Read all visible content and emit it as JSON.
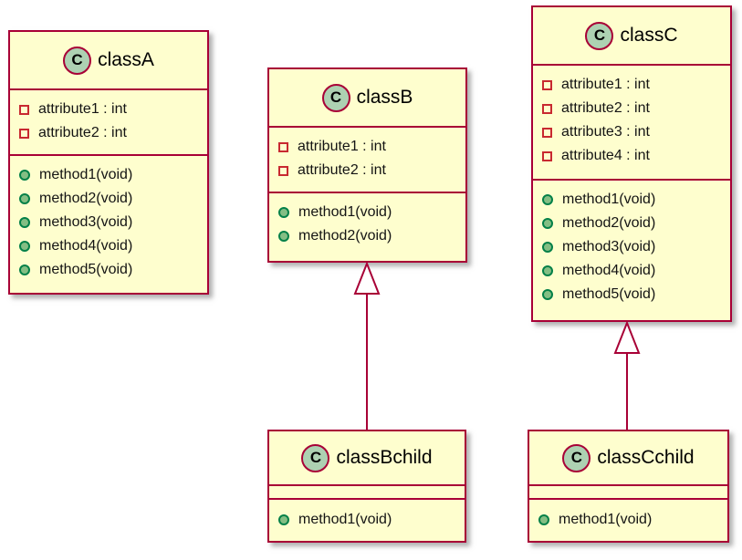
{
  "diagram_type": "uml-class-diagram",
  "colors": {
    "class_fill": "#FEFECE",
    "class_border": "#A80036",
    "class_icon_fill": "#ADD1B2",
    "field_icon_border": "#C82930",
    "method_icon_fill": "#84BE84",
    "method_icon_border": "#038048",
    "arrow": "#A80036"
  },
  "classes": [
    {
      "name": "classA",
      "icon_letter": "C",
      "attributes": [
        "attribute1 : int",
        "attribute2 : int"
      ],
      "methods": [
        "method1(void)",
        "method2(void)",
        "method3(void)",
        "method4(void)",
        "method5(void)"
      ]
    },
    {
      "name": "classB",
      "icon_letter": "C",
      "attributes": [
        "attribute1 : int",
        "attribute2 : int"
      ],
      "methods": [
        "method1(void)",
        "method2(void)"
      ]
    },
    {
      "name": "classC",
      "icon_letter": "C",
      "attributes": [
        "attribute1 : int",
        "attribute2 : int",
        "attribute3 : int",
        "attribute4 : int"
      ],
      "methods": [
        "method1(void)",
        "method2(void)",
        "method3(void)",
        "method4(void)",
        "method5(void)"
      ]
    },
    {
      "name": "classBchild",
      "icon_letter": "C",
      "attributes": [],
      "methods": [
        "method1(void)"
      ]
    },
    {
      "name": "classCchild",
      "icon_letter": "C",
      "attributes": [],
      "methods": [
        "method1(void)"
      ]
    }
  ],
  "relations": [
    {
      "from": "classBchild",
      "to": "classB",
      "type": "inheritance"
    },
    {
      "from": "classCchild",
      "to": "classC",
      "type": "inheritance"
    }
  ]
}
